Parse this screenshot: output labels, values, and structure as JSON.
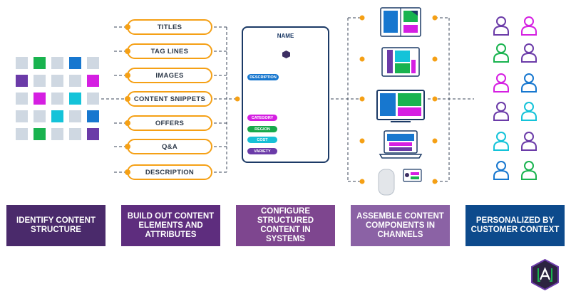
{
  "elements": [
    "TITLES",
    "TAG LINES",
    "IMAGES",
    "CONTENT SNIPPETS",
    "OFFERS",
    "Q&A",
    "DESCRIPTION"
  ],
  "card": {
    "name": "NAME",
    "description": "DESCRIPTION",
    "tags": [
      {
        "label": "CATEGORY",
        "color": "#d51fe2"
      },
      {
        "label": "REGION",
        "color": "#17a94b"
      },
      {
        "label": "COST",
        "color": "#17c0d6"
      },
      {
        "label": "VARIETY",
        "color": "#6b3ba8"
      }
    ]
  },
  "steps": [
    {
      "label": "IDENTIFY CONTENT STRUCTURE",
      "color": "#4a2a6b"
    },
    {
      "label": "BUILD OUT CONTENT ELEMENTS AND ATTRIBUTES",
      "color": "#5e2d7e"
    },
    {
      "label": "CONFIGURE STRUCTURED CONTENT IN SYSTEMS",
      "color": "#7e468f"
    },
    {
      "label": "ASSEMBLE CONTENT COMPONENTS IN CHANNELS",
      "color": "#8b62a5"
    },
    {
      "label": "PERSONALIZED BY CUSTOMER CONTEXT",
      "color": "#0d4a8c"
    }
  ],
  "colors": {
    "accent": "#f5a015",
    "navy": "#1c3a66",
    "blue": "#1777cf",
    "green": "#19b34f",
    "magenta": "#d51fe2",
    "cyan": "#14c3d9",
    "purple": "#6b3ba8",
    "gray": "#cfd8e2"
  },
  "grid_colors": [
    "gray",
    "green",
    "gray",
    "blue",
    "gray",
    "purple",
    "gray",
    "gray",
    "gray",
    "magenta",
    "gray",
    "magenta",
    "gray",
    "cyan",
    "gray",
    "gray",
    "gray",
    "cyan",
    "gray",
    "blue",
    "gray",
    "green",
    "gray",
    "gray",
    "purple"
  ],
  "customer_colors": [
    "purple",
    "magenta",
    "green",
    "purple",
    "magenta",
    "blue",
    "purple",
    "cyan",
    "cyan",
    "purple",
    "blue",
    "green"
  ],
  "channels": [
    "tablet-layout",
    "tablet-portrait",
    "tv-monitor",
    "laptop",
    "smart-speaker"
  ],
  "brand": {
    "logo": "agility-logo"
  }
}
